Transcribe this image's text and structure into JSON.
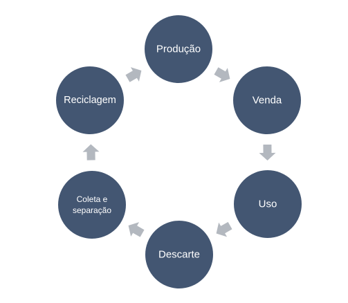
{
  "diagram": {
    "type": "cycle",
    "colors": {
      "node_fill": "#435672",
      "node_stroke": "#ffffff",
      "arrow_fill": "#b3b8bf",
      "text": "#ffffff",
      "background": "#ffffff"
    },
    "nodes": [
      {
        "id": "producao",
        "lines": [
          "Produção"
        ]
      },
      {
        "id": "venda",
        "lines": [
          "Venda"
        ]
      },
      {
        "id": "uso",
        "lines": [
          "Uso"
        ]
      },
      {
        "id": "descarte",
        "lines": [
          "Descarte"
        ]
      },
      {
        "id": "coleta",
        "lines": [
          "Coleta e",
          "separação"
        ]
      },
      {
        "id": "reciclagem",
        "lines": [
          "Reciclagem"
        ]
      }
    ],
    "arrows": [
      {
        "from": "producao",
        "to": "venda"
      },
      {
        "from": "venda",
        "to": "uso"
      },
      {
        "from": "uso",
        "to": "descarte"
      },
      {
        "from": "descarte",
        "to": "coleta"
      },
      {
        "from": "coleta",
        "to": "reciclagem"
      },
      {
        "from": "reciclagem",
        "to": "producao"
      }
    ]
  }
}
